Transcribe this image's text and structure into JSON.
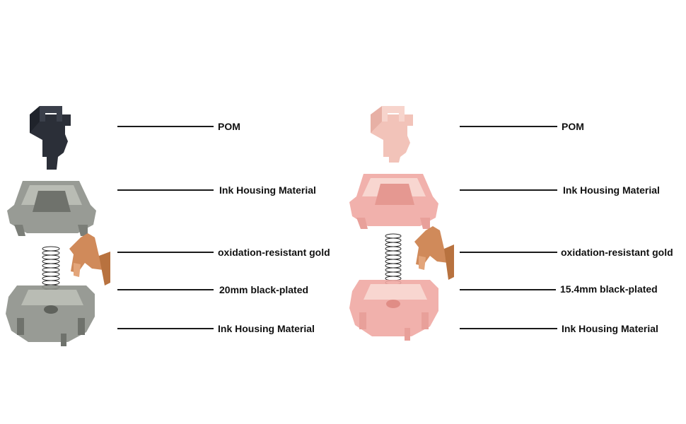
{
  "left_switch": {
    "labels": [
      "POM",
      "Ink Housing Material",
      "oxidation-resistant gold",
      "20mm black-plated",
      "Ink Housing Material"
    ],
    "colors": {
      "stem": "#2b2f38",
      "housing": "#8d9089",
      "housing_light": "#b9bcb4",
      "contact": "#d08a5a",
      "spring": "#2a2a2a"
    }
  },
  "right_switch": {
    "labels": [
      "POM",
      "Ink Housing Material",
      "oxidation-resistant gold",
      "15.4mm black-plated",
      "Ink Housing Material"
    ],
    "colors": {
      "stem": "#f2c3b9",
      "housing": "#efa9a3",
      "housing_light": "#f8d6d0",
      "contact": "#d08a5a",
      "spring": "#2a2a2a"
    }
  }
}
